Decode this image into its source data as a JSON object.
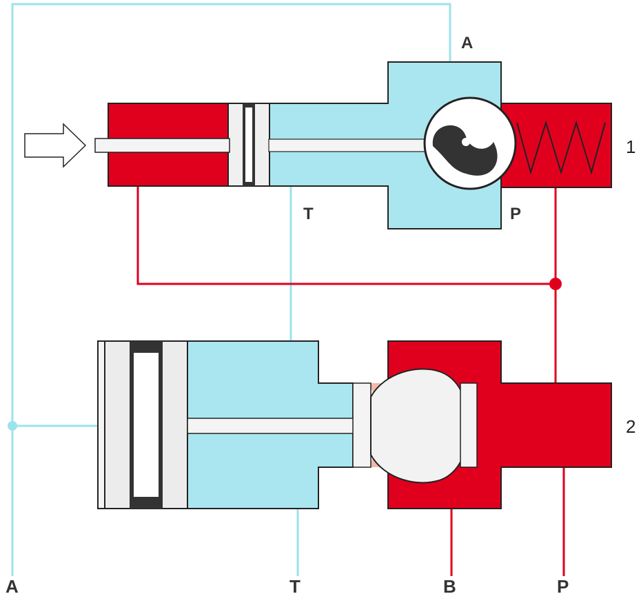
{
  "labels": {
    "valve1_port_A": "A",
    "valve1_port_T": "T",
    "valve1_port_P": "P",
    "valve1_number": "1",
    "valve2_number": "2",
    "bottom_port_A": "A",
    "bottom_port_T": "T",
    "bottom_port_B": "B",
    "bottom_port_P": "P"
  },
  "colors": {
    "pressure": "#e0001e",
    "tank": "#aae6ef",
    "line_cyan": "#9be3ec",
    "line_red": "#e0001e",
    "ball": "#ffffff",
    "outline": "#222222",
    "seal": "#333333",
    "seat": "#f2b9a6"
  },
  "icons": {
    "input_arrow": "arrow-right-outline-icon",
    "spring": "compression-spring-icon",
    "rotary_spool": "rotary-spool-icon"
  }
}
